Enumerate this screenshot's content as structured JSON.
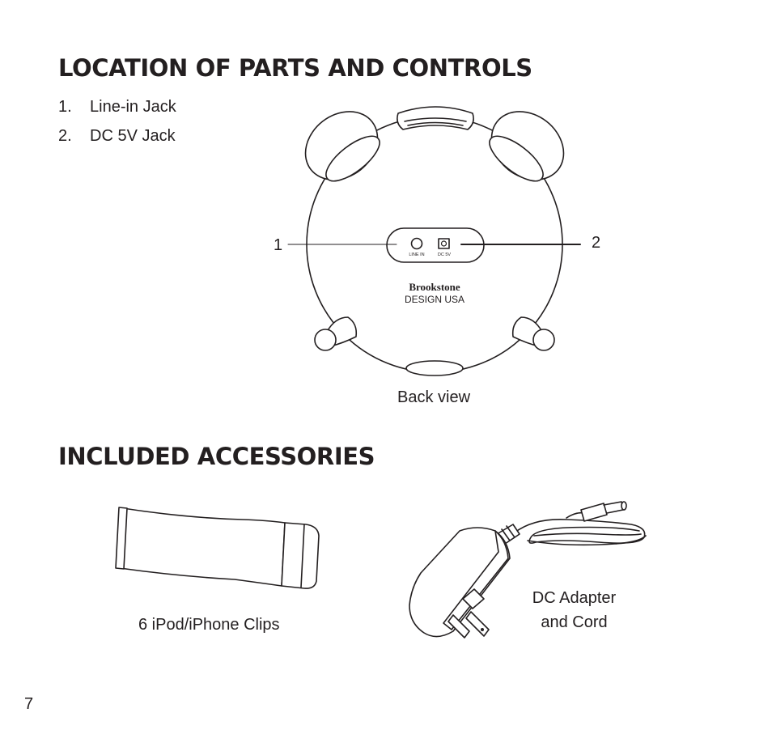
{
  "sections": {
    "parts_title": "LOCATION OF PARTS AND CONTROLS",
    "accessories_title": "INCLUDED ACCESSORIES"
  },
  "parts": [
    {
      "num": "1.",
      "label": "Line-in Jack"
    },
    {
      "num": "2.",
      "label": "DC 5V Jack"
    }
  ],
  "diagram": {
    "callout_1": "1",
    "callout_2": "2",
    "port_label_line_in": "LINE IN",
    "port_label_dc": "DC 5V",
    "logo_brand": "Brookstone",
    "logo_sub": "DESIGN USA",
    "caption": "Back view"
  },
  "accessories": {
    "clips_caption": "6 iPod/iPhone Clips",
    "adapter_caption_line1": "DC Adapter",
    "adapter_caption_line2": "and Cord"
  },
  "page_number": "7"
}
